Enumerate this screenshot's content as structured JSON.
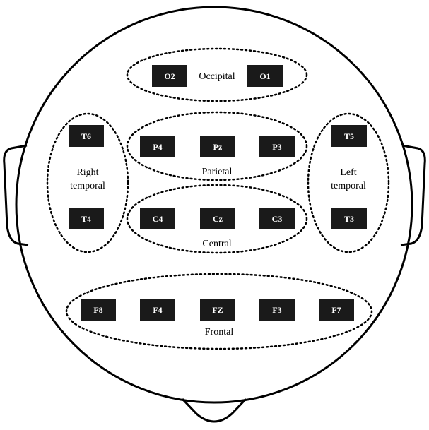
{
  "regions": {
    "occipital": "Occipital",
    "parietal": "Parietal",
    "central": "Central",
    "frontal": "Frontal",
    "right_temporal": [
      "Right",
      "temporal"
    ],
    "left_temporal": [
      "Left",
      "temporal"
    ]
  },
  "electrodes": {
    "o2": "O2",
    "o1": "O1",
    "t6": "T6",
    "t5": "T5",
    "t4": "T4",
    "t3": "T3",
    "p4": "P4",
    "pz": "Pz",
    "p3": "P3",
    "c4": "C4",
    "cz": "Cz",
    "c3": "C3",
    "f8": "F8",
    "f4": "F4",
    "fz": "FZ",
    "f3": "F3",
    "f7": "F7"
  }
}
